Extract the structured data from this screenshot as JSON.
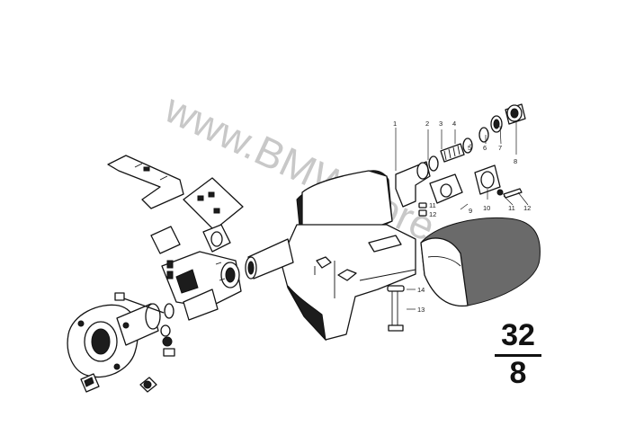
{
  "watermark": "www.BMWstore.pl",
  "group_code": {
    "top": "32",
    "bottom": "8"
  },
  "callouts": [
    "1",
    "2",
    "3",
    "4",
    "5",
    "6",
    "7",
    "8",
    "9",
    "10",
    "11",
    "12",
    "11",
    "12",
    "13",
    "14"
  ]
}
